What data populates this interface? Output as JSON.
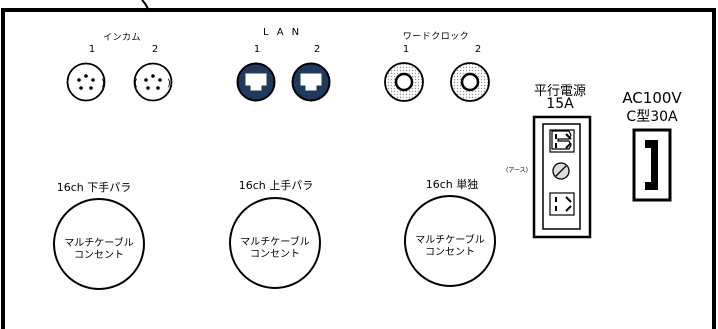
{
  "intercom": {
    "title": "インカム",
    "port1": "1",
    "port2": "2"
  },
  "lan": {
    "title": "LAN",
    "port1": "1",
    "port2": "2"
  },
  "wordclock": {
    "title": "ワードクロック",
    "port1": "1",
    "port2": "2"
  },
  "balanced_power": {
    "title": "平行電源",
    "rating": "15A",
    "earth_label": "(アース)"
  },
  "ac_power": {
    "line1": "AC100V",
    "line2": "C型30A"
  },
  "multi_outlets": [
    {
      "label": "16ch 下手パラ",
      "line1": "マルチケーブル",
      "line2": "コンセント"
    },
    {
      "label": "16ch 上手パラ",
      "line1": "マルチケーブル",
      "line2": "コンセント"
    },
    {
      "label": "16ch 単独",
      "line1": "マルチケーブル",
      "line2": "コンセント"
    }
  ],
  "colors": {
    "lan_fill": "#1e3a5f",
    "line": "#000000",
    "panel_bg": "#ffffff"
  }
}
